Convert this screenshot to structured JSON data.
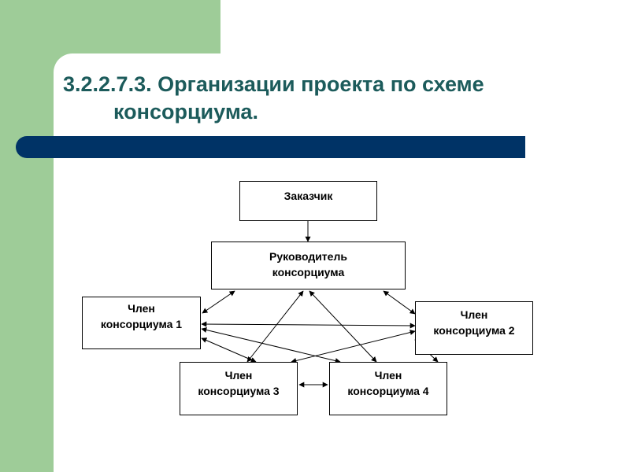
{
  "slide": {
    "title_line1": "3.2.2.7.3. Организации проекта по схеме",
    "title_line2": "консорциума."
  },
  "diagram": {
    "nodes": {
      "client": "Заказчик",
      "leader_line1": "Руководитель",
      "leader_line2": "консорциума",
      "member1_line1": "Член",
      "member1_line2": "консорциума 1",
      "member2_line1": "Член",
      "member2_line2": "консорциума 2",
      "member3_line1": "Член",
      "member3_line2": "консорциума 3",
      "member4_line1": "Член",
      "member4_line2": "консорциума 4"
    },
    "connections": [
      {
        "from": "client",
        "to": "leader",
        "direction": "one-way"
      },
      {
        "from": "leader",
        "to": "member1",
        "direction": "two-way"
      },
      {
        "from": "leader",
        "to": "member2",
        "direction": "two-way"
      },
      {
        "from": "leader",
        "to": "member3",
        "direction": "two-way"
      },
      {
        "from": "leader",
        "to": "member4",
        "direction": "two-way"
      },
      {
        "from": "member1",
        "to": "member2",
        "direction": "two-way"
      },
      {
        "from": "member1",
        "to": "member3",
        "direction": "two-way"
      },
      {
        "from": "member1",
        "to": "member4",
        "direction": "two-way"
      },
      {
        "from": "member2",
        "to": "member3",
        "direction": "two-way"
      },
      {
        "from": "member2",
        "to": "member4",
        "direction": "two-way"
      },
      {
        "from": "member3",
        "to": "member4",
        "direction": "two-way"
      }
    ]
  },
  "colors": {
    "accent_green": "#9ecc98",
    "title_text": "#1c5b5b",
    "rule_navy": "#003366"
  }
}
